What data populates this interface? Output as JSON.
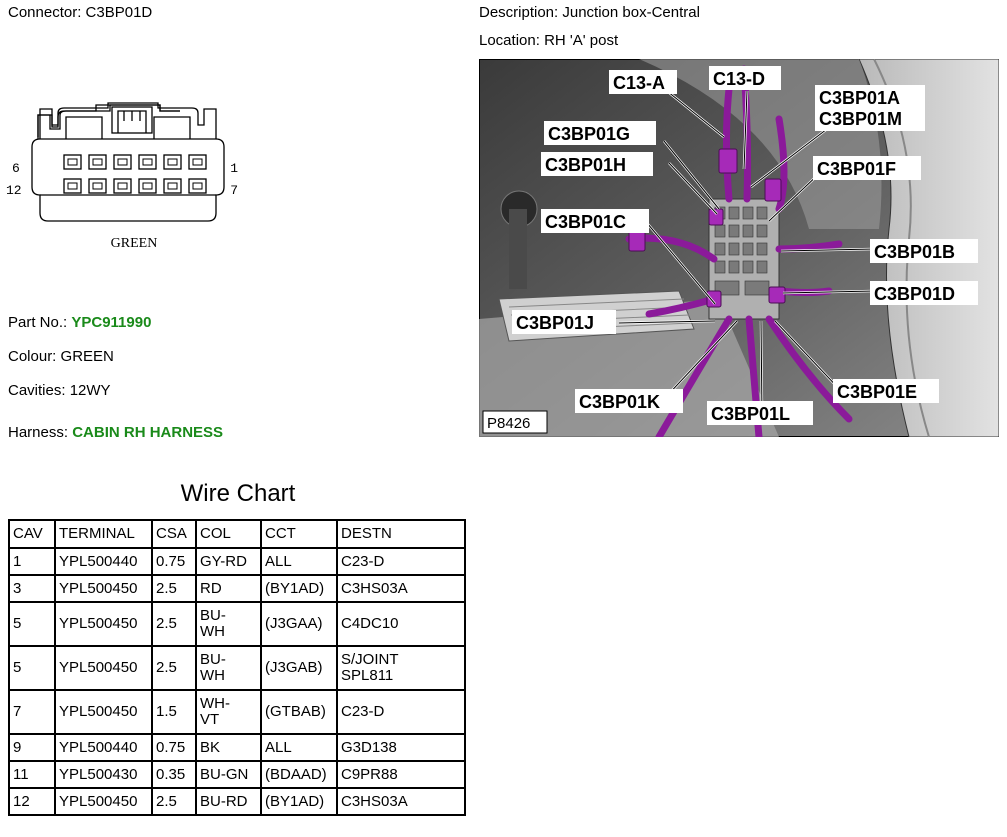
{
  "header": {
    "connector_label": "Connector:",
    "connector_value": "C3BP01D",
    "description_label": "Description:",
    "description_value": "Junction box-Central",
    "location_label": "Location:",
    "location_value": "RH 'A' post"
  },
  "connector_face": {
    "pin_top_left": "6",
    "pin_top_right": "1",
    "pin_bottom_left": "12",
    "pin_bottom_right": "7",
    "color_caption": "GREEN"
  },
  "details": {
    "part_label": "Part No.:",
    "part_value": "YPC911990",
    "colour_label": "Colour:",
    "colour_value": "GREEN",
    "cavities_label": "Cavities:",
    "cavities_value": "12WY",
    "harness_label": "Harness:",
    "harness_value": "CABIN RH HARNESS"
  },
  "photo": {
    "ref": "P8426",
    "callouts": [
      "C13-A",
      "C13-D",
      "C3BP01A",
      "C3BP01M",
      "C3BP01G",
      "C3BP01H",
      "C3BP01F",
      "C3BP01C",
      "C3BP01B",
      "C3BP01D",
      "C3BP01J",
      "C3BP01E",
      "C3BP01K",
      "C3BP01L"
    ]
  },
  "colors": {
    "link_green": "#1a8a1a",
    "harness_purple": "#8b1a9a"
  },
  "wire_chart": {
    "title": "Wire Chart",
    "columns": [
      "CAV",
      "TERMINAL",
      "CSA",
      "COL",
      "CCT",
      "DESTN"
    ],
    "rows": [
      [
        "1",
        "YPL500440",
        "0.75",
        "GY-RD",
        "ALL",
        "C23-D"
      ],
      [
        "3",
        "YPL500450",
        "2.5",
        "RD",
        "(BY1AD)",
        "C3HS03A"
      ],
      [
        "5",
        "YPL500450",
        "2.5",
        "BU-\nWH",
        "(J3GAA)",
        "C4DC10"
      ],
      [
        "5",
        "YPL500450",
        "2.5",
        "BU-\nWH",
        "(J3GAB)",
        "S/JOINT\nSPL811"
      ],
      [
        "7",
        "YPL500450",
        "1.5",
        "WH-\nVT",
        "(GTBAB)",
        "C23-D"
      ],
      [
        "9",
        "YPL500440",
        "0.75",
        "BK",
        "ALL",
        "G3D138"
      ],
      [
        "11",
        "YPL500430",
        "0.35",
        "BU-GN",
        "(BDAAD)",
        "C9PR88"
      ],
      [
        "12",
        "YPL500450",
        "2.5",
        "BU-RD",
        "(BY1AD)",
        "C3HS03A"
      ]
    ]
  }
}
